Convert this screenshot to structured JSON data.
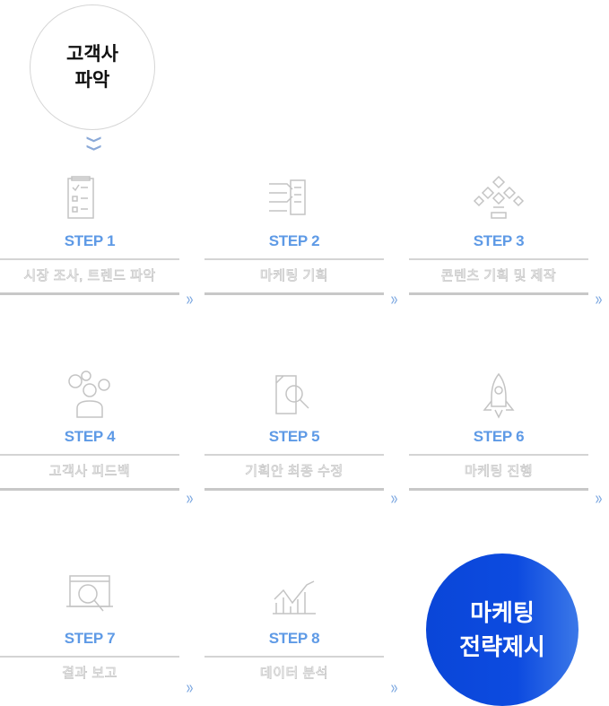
{
  "start": {
    "line1": "고객사",
    "line2": "파악"
  },
  "steps": [
    {
      "num": "STEP 1",
      "label": "시장 조사, 트렌드 파악",
      "icon": "clipboard-checklist-icon"
    },
    {
      "num": "STEP 2",
      "label": "마케팅 기획",
      "icon": "document-flow-icon"
    },
    {
      "num": "STEP 3",
      "label": "콘텐츠 기획 및 제작",
      "icon": "diamond-network-icon"
    },
    {
      "num": "STEP 4",
      "label": "고객사 피드백",
      "icon": "person-bubbles-icon"
    },
    {
      "num": "STEP 5",
      "label": "기획안 최종 수정",
      "icon": "document-search-icon"
    },
    {
      "num": "STEP 6",
      "label": "마케팅 진행",
      "icon": "rocket-icon"
    },
    {
      "num": "STEP 7",
      "label": "결과 보고",
      "icon": "report-magnifier-icon"
    },
    {
      "num": "STEP 8",
      "label": "데이터 분석",
      "icon": "bar-chart-trend-icon"
    }
  ],
  "end": {
    "line1": "마케팅",
    "line2": "전략제시"
  },
  "colors": {
    "accent": "#5e9ae6",
    "final": "#0a46d8"
  }
}
